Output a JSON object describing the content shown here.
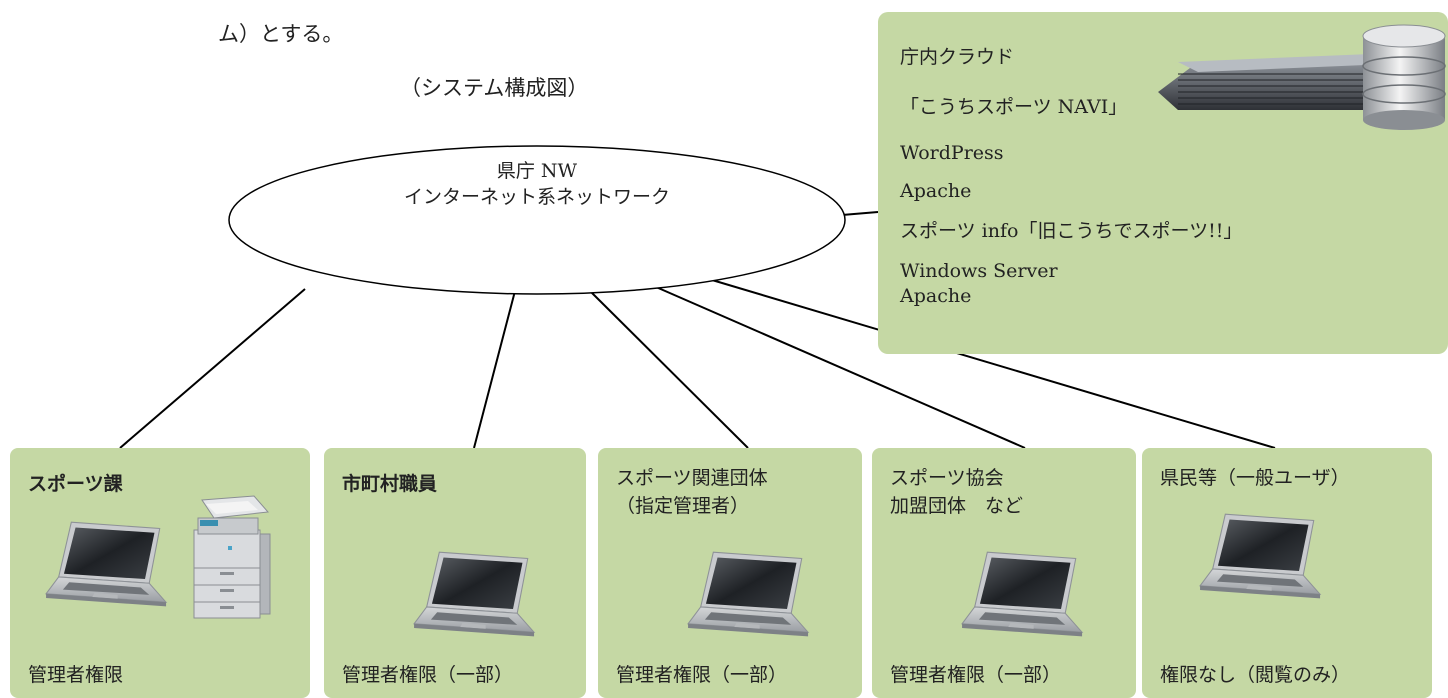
{
  "intro_text": "ム）とする。",
  "caption": "（システム構成図）",
  "network": {
    "line1": "県庁 NW",
    "line2": "インターネット系ネットワーク"
  },
  "cloud": {
    "title": "庁内クラウド",
    "site_name": "「こうちスポーツ NAVI」",
    "software": [
      "WordPress",
      "Apache"
    ],
    "legacy_site": "スポーツ info「旧こうちでスポーツ!!」",
    "legacy_software": [
      "Windows Server",
      "Apache"
    ]
  },
  "clients": [
    {
      "name": "スポーツ課",
      "name2": "",
      "permission": "管理者権限"
    },
    {
      "name": "市町村職員",
      "name2": "",
      "permission": "管理者権限（一部）"
    },
    {
      "name": "スポーツ関連団体",
      "name2": "（指定管理者）",
      "permission": "管理者権限（一部）"
    },
    {
      "name": "スポーツ協会",
      "name2": "加盟団体　など",
      "permission": "管理者権限（一部）"
    },
    {
      "name": "県民等（一般ユーザ）",
      "name2": "",
      "permission": "権限なし（閲覧のみ）"
    }
  ],
  "icons": [
    "laptop-icon",
    "printer-icon",
    "database-server-icon"
  ],
  "colors": {
    "box_fill": "#c5d8a4",
    "line": "#000000"
  }
}
